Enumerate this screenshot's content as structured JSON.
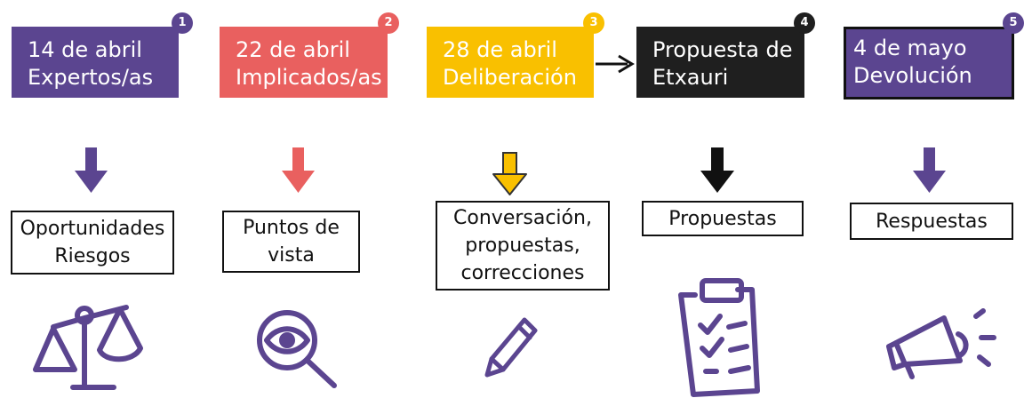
{
  "colors": {
    "purple": "#5b4590",
    "coral": "#e9605f",
    "yellow": "#f9c000",
    "black": "#1f1f1f"
  },
  "stages": [
    {
      "number": "1",
      "line1": "14 de abril",
      "line2": "Expertos/as",
      "output": "Oportunidades\nRiesgos",
      "icon": "scales-icon"
    },
    {
      "number": "2",
      "line1": "22 de abril",
      "line2": "Implicados/as",
      "output": "Puntos de\nvista",
      "icon": "magnifier-eye-icon"
    },
    {
      "number": "3",
      "line1": "28 de abril",
      "line2": "Deliberación",
      "output": "Conversación,\npropuestas,\ncorrecciones",
      "icon": "pencil-icon"
    },
    {
      "number": "4",
      "line1": "Propuesta de",
      "line2": "Etxauri",
      "output": "Propuestas",
      "icon": "clipboard-checklist-icon"
    },
    {
      "number": "5",
      "line1": "4 de mayo",
      "line2": "Devolución",
      "output": "Respuestas",
      "icon": "megaphone-icon"
    }
  ]
}
